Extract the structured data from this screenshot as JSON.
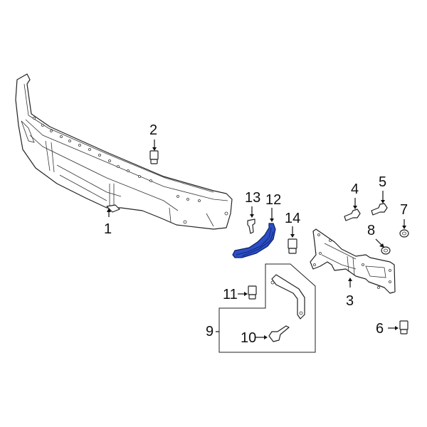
{
  "diagram": {
    "type": "exploded-parts-diagram",
    "highlight_color": "#2b4fc4",
    "highlighted_part": "12",
    "callouts": [
      {
        "id": "1",
        "label": "1",
        "part": "bumper"
      },
      {
        "id": "2",
        "label": "2",
        "part": "bumper-clip"
      },
      {
        "id": "3",
        "label": "3",
        "part": "mounting-bracket"
      },
      {
        "id": "4",
        "label": "4",
        "part": "bolt"
      },
      {
        "id": "5",
        "label": "5",
        "part": "bolt"
      },
      {
        "id": "6",
        "label": "6",
        "part": "clip"
      },
      {
        "id": "7",
        "label": "7",
        "part": "nut"
      },
      {
        "id": "8",
        "label": "8",
        "part": "washer-nut"
      },
      {
        "id": "9",
        "label": "9",
        "part": "brace-kit"
      },
      {
        "id": "10",
        "label": "10",
        "part": "brace-bolt"
      },
      {
        "id": "11",
        "label": "11",
        "part": "brace-clip"
      },
      {
        "id": "12",
        "label": "12",
        "part": "bracket-highlighted"
      },
      {
        "id": "13",
        "label": "13",
        "part": "screw"
      },
      {
        "id": "14",
        "label": "14",
        "part": "clip"
      }
    ]
  }
}
